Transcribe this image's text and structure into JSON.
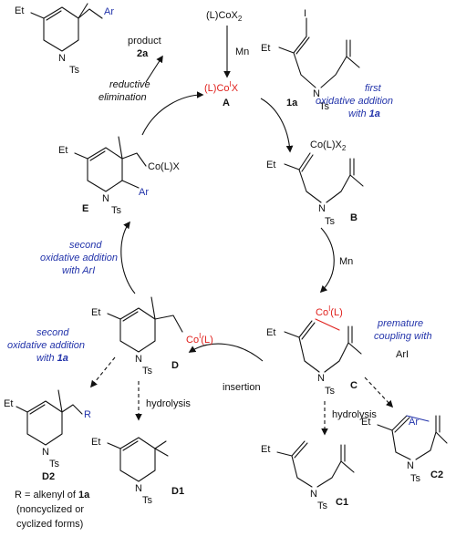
{
  "colors": {
    "reagent_label": "#2233aa",
    "cobalt_label": "#e0201c",
    "ink": "#111111"
  },
  "reagents": {
    "precatalyst": "(L)CoX",
    "precatalyst_sub": "2",
    "mn_top": "Mn",
    "mn_right": "Mn"
  },
  "species": {
    "A": {
      "formula": "(L)Co",
      "ox": "I",
      "suffix": "X",
      "label": "A"
    },
    "B": {
      "cobalt": "Co(L)X",
      "cobalt_sub": "2",
      "label": "B"
    },
    "C": {
      "cobalt": "Co",
      "ox": "I",
      "ligand": "(L)",
      "label": "C"
    },
    "C1": {
      "label": "C1"
    },
    "C2": {
      "label": "C2",
      "aryl": "Ar"
    },
    "D": {
      "cobalt": "Co",
      "ox": "I",
      "ligand": "(L)",
      "label": "D"
    },
    "D1": {
      "label": "D1"
    },
    "D2": {
      "label": "D2",
      "r": "R"
    },
    "E": {
      "cobalt": "Co(L)X",
      "aryl": "Ar",
      "label": "E"
    },
    "product": {
      "aryl": "Ar",
      "line1": "product",
      "line2": "2a"
    },
    "substrate": {
      "iodo": "I",
      "label": "1a"
    }
  },
  "atoms": {
    "ethyl": "Et",
    "nitrogen": "N",
    "tosyl": "Ts"
  },
  "steps": {
    "reductive_elimination": [
      "reductive",
      "elimination"
    ],
    "first_oa": [
      "first",
      "oxidative addition",
      "with "
    ],
    "first_oa_bold": "1a",
    "second_oa_ar": [
      "second",
      "oxidative addition",
      "with ArI"
    ],
    "second_oa_1a": [
      "second",
      "oxidative addition",
      "with "
    ],
    "second_oa_1a_bold": "1a",
    "premature": [
      "premature",
      "coupling with"
    ],
    "premature_ari": "ArI",
    "insertion": "insertion",
    "hydrolysis_c": "hydrolysis",
    "hydrolysis_d": "hydrolysis"
  },
  "note_r": {
    "line1": "R = alkenyl of ",
    "line1_bold": "1a",
    "line2": "(noncyclized or",
    "line3": "cyclized forms)"
  }
}
